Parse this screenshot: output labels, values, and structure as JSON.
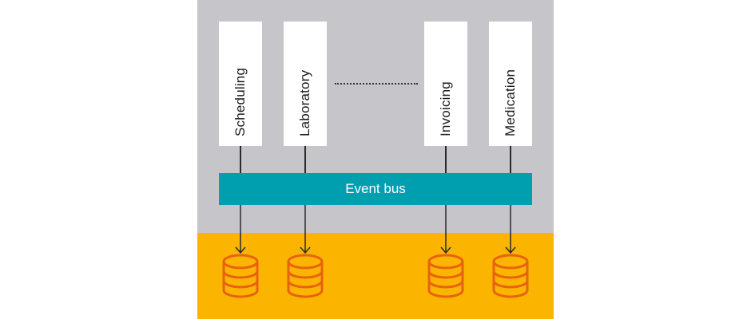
{
  "diagram": {
    "services": [
      {
        "label": "Scheduling"
      },
      {
        "label": "Laboratory"
      },
      {
        "label": "Invoicing"
      },
      {
        "label": "Medication"
      }
    ],
    "ellipsis": "more services",
    "bus": {
      "label": "Event bus"
    },
    "databases": [
      "Scheduling DB",
      "Laboratory DB",
      "Invoicing DB",
      "Medication DB"
    ],
    "colors": {
      "panel": "#c6c5ca",
      "storage": "#fbb400",
      "bus": "#009fb0",
      "db_stroke": "#e8620f",
      "line": "#2a2a2a"
    }
  }
}
